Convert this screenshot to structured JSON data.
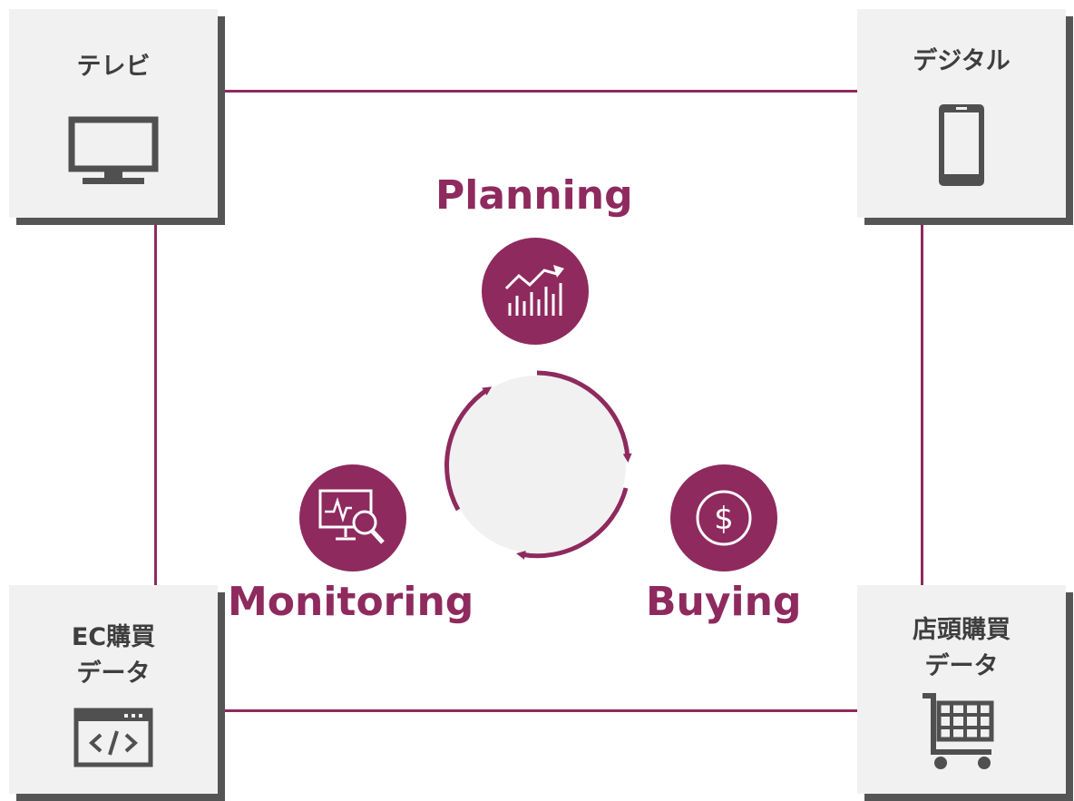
{
  "sources": {
    "tv": {
      "label": "テレビ",
      "icon": "tv-icon"
    },
    "digital": {
      "label": "デジタル",
      "icon": "smartphone-icon"
    },
    "ec": {
      "label_lines": [
        "EC購買",
        "データ"
      ],
      "icon": "code-window-icon"
    },
    "store": {
      "label_lines": [
        "店頭購買",
        "データ"
      ],
      "icon": "shopping-cart-icon"
    }
  },
  "stages": {
    "planning": {
      "label": "Planning",
      "icon": "growth-chart-icon"
    },
    "buying": {
      "label": "Buying",
      "icon": "dollar-coin-icon"
    },
    "monitoring": {
      "label": "Monitoring",
      "icon": "monitor-magnifier-icon"
    }
  },
  "colors": {
    "accent": "#8e2a5e",
    "box_bg": "#f1f1f1",
    "box_shadow": "#555555",
    "text_dark": "#3e3e3e",
    "cycle_fill": "#f1f1f1"
  }
}
